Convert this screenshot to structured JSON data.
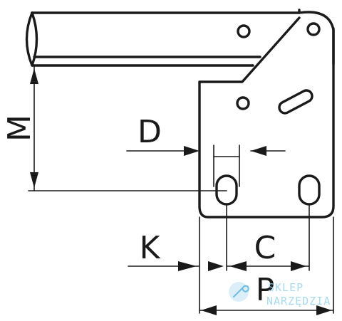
{
  "labels": {
    "m": "M",
    "d": "D",
    "k": "K",
    "c": "C",
    "p": "P"
  },
  "watermark": {
    "line1": "SKLEP",
    "line2": "NARZĘDZIA",
    "prefix": "P"
  },
  "colors": {
    "ink": "#1a1a1a",
    "watermark": "#9bd3ec"
  },
  "icons": [
    "wrench-icon"
  ]
}
